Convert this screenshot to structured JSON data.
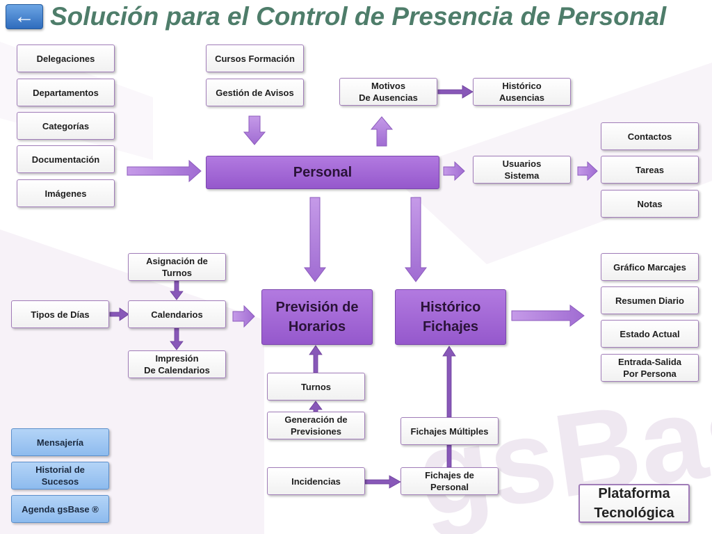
{
  "header": {
    "title": "Solución para el Control de Presencia de Personal",
    "back_icon": "←"
  },
  "watermark": "gsBase",
  "colors": {
    "title": "#4e7d6a",
    "primary_box": "#a86ede",
    "arrow": "#b083dc",
    "secondary_box": "#9fc6f2"
  },
  "nodes": {
    "delegaciones": "Delegaciones",
    "departamentos": "Departamentos",
    "categorias": "Categorías",
    "documentacion": "Documentación",
    "imagenes": "Imágenes",
    "cursos_formacion": "Cursos Formación",
    "gestion_avisos": "Gestión de Avisos",
    "motivos_ausencias": "Motivos\nDe Ausencias",
    "historico_ausencias": "Histórico\nAusencias",
    "personal": "Personal",
    "usuarios_sistema": "Usuarios\nSistema",
    "contactos": "Contactos",
    "tareas": "Tareas",
    "notas": "Notas",
    "asignacion_turnos": "Asignación de\nTurnos",
    "tipos_dias": "Tipos de Días",
    "calendarios": "Calendarios",
    "impresion_calendarios": "Impresión\nDe Calendarios",
    "prevision_horarios": "Previsión de\nHorarios",
    "historico_fichajes": "Histórico\nFichajes",
    "grafico_marcajes": "Gráfico Marcajes",
    "resumen_diario": "Resumen Diario",
    "estado_actual": "Estado Actual",
    "entrada_salida": "Entrada-Salida\nPor Persona",
    "turnos": "Turnos",
    "generacion_previsiones": "Generación de\nPrevisiones",
    "incidencias": "Incidencias",
    "fichajes_multiples": "Fichajes Múltiples",
    "fichajes_personal": "Fichajes de\nPersonal",
    "mensajeria": "Mensajería",
    "historial_sucesos": "Historial de\nSucesos",
    "agenda_gsbase": "Agenda gsBase ®",
    "plataforma_tecnologica": "Plataforma\nTecnológica"
  }
}
